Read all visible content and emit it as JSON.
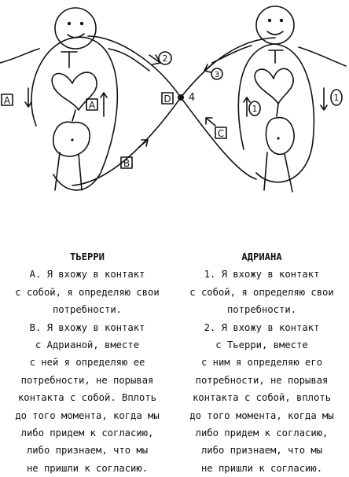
{
  "diagram": {
    "labels": {
      "box_a_outer": "A",
      "box_a_inner": "A",
      "box_b": "B",
      "box_c": "C",
      "box_d": "D",
      "circle_2": "2",
      "circle_3": "3",
      "circle_1_inner": "1",
      "circle_1_outer": "1",
      "center_4": "4"
    }
  },
  "left": {
    "name": "ТЬЕРРИ",
    "lines": [
      "А. Я вхожу в контакт",
      "с собой, я определяю свои",
      "потребности.",
      "В. Я вхожу в контакт",
      "с Адрианой, вместе",
      "с ней я определяю ее",
      "потребности, не порывая",
      "контакта с собой. Вплоть",
      "до того момента, когда мы",
      "либо придем к согласию,",
      "либо признаем, что мы",
      "не пришли к согласию."
    ]
  },
  "right": {
    "name": "АДРИАНА",
    "lines": [
      "1. Я вхожу в контакт",
      "с собой, я определяю свои",
      "потребности.",
      "2. Я вхожу в контакт",
      "с Тьерри, вместе",
      "с ним я определяю его",
      "потребности, не порывая",
      "контакта с собой, вплоть",
      "до того момента, когда мы",
      "либо придем к согласию,",
      "либо признаем, что мы",
      "не пришли к согласию."
    ]
  }
}
